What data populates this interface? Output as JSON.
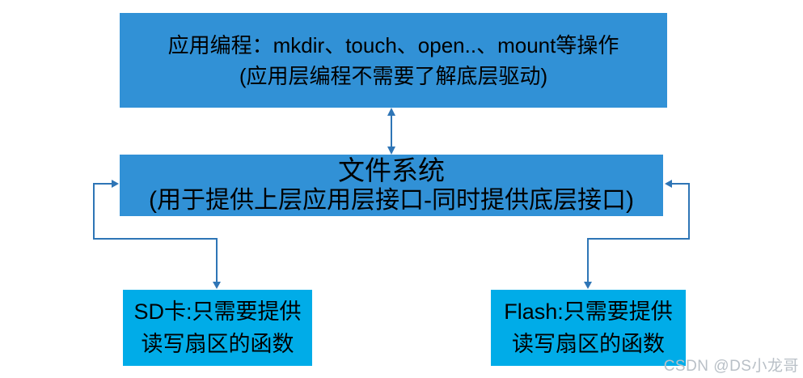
{
  "diagram": {
    "boxes": {
      "app": {
        "line1": "应用编程：mkdir、touch、open..、mount等操作",
        "line2": "(应用层编程不需要了解底层驱动)"
      },
      "fs": {
        "line1": "文件系统",
        "line2": "(用于提供上层应用层接口-同时提供底层接口)"
      },
      "sd": {
        "line1": "SD卡:只需要提供",
        "line2": "读写扇区的函数"
      },
      "flash": {
        "line1": "Flash:只需要提供",
        "line2": "读写扇区的函数"
      }
    },
    "colors": {
      "box_primary": "#3191D6",
      "box_device": "#00ACE8",
      "connector": "#2E75B6",
      "text": "#000000",
      "watermark": "#B9C0C7"
    },
    "watermark": "CSDN @DS小龙哥"
  }
}
